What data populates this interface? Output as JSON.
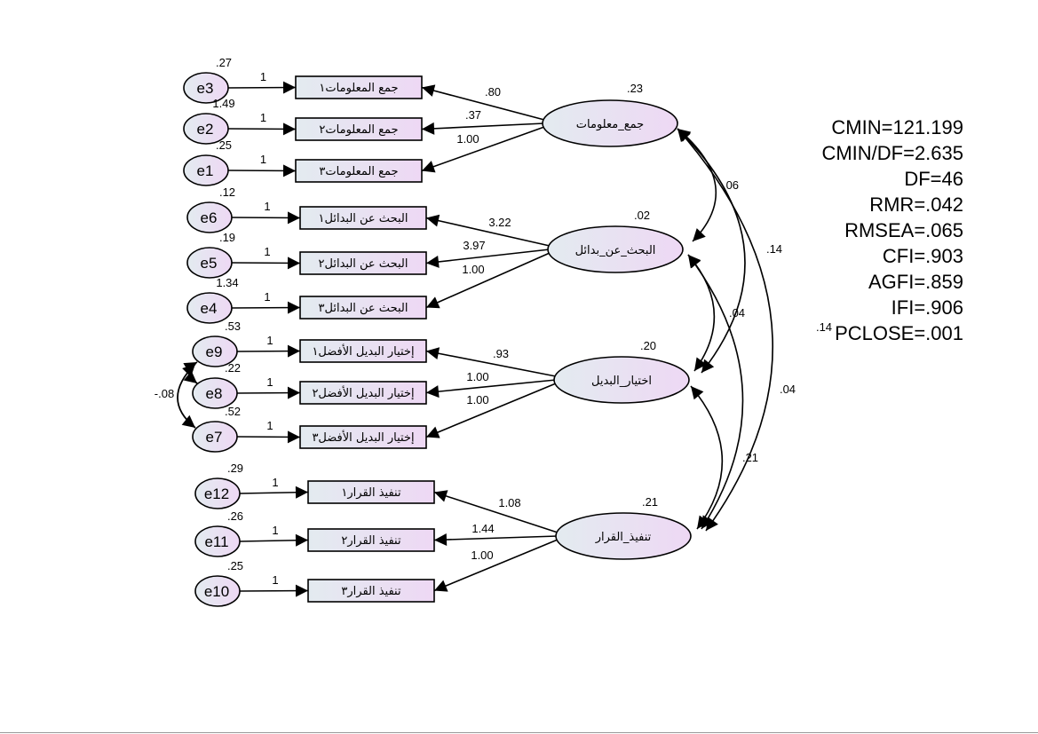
{
  "colors": {
    "node_fill_start": "#e3ebf0",
    "node_fill_end": "#eed8f4",
    "stroke": "#000000"
  },
  "latents": [
    {
      "id": "L1",
      "label": "جمع_معلومات",
      "variance": ".23"
    },
    {
      "id": "L2",
      "label": "البحث_عن_بدائل",
      "variance": ".02"
    },
    {
      "id": "L3",
      "label": "اختيار_البديل",
      "variance": ".20"
    },
    {
      "id": "L4",
      "label": "تنفيذ_القرار",
      "variance": ".21"
    }
  ],
  "indicators": [
    {
      "label": "جمع المعلومات١",
      "error": "e3",
      "error_variance": ".27",
      "error_path": "1",
      "loading": ".80"
    },
    {
      "label": "جمع المعلومات٢",
      "error": "e2",
      "error_variance": "1.49",
      "error_path": "1",
      "loading": ".37"
    },
    {
      "label": "جمع المعلومات٣",
      "error": "e1",
      "error_variance": ".25",
      "error_path": "1",
      "loading": "1.00"
    },
    {
      "label": "البحث عن البدائل١",
      "error": "e6",
      "error_variance": ".12",
      "error_path": "1",
      "loading": "3.22"
    },
    {
      "label": "البحث عن البدائل٢",
      "error": "e5",
      "error_variance": ".19",
      "error_path": "1",
      "loading": "3.97"
    },
    {
      "label": "البحث عن البدائل٣",
      "error": "e4",
      "error_variance": "1.34",
      "error_path": "1",
      "loading": "1.00"
    },
    {
      "label": "إختيار البديل الأفضل١",
      "error": "e9",
      "error_variance": ".53",
      "error_path": "1",
      "loading": ".93"
    },
    {
      "label": "إختيار البديل الأفضل٢",
      "error": "e8",
      "error_variance": ".22",
      "error_path": "1",
      "loading": "1.00"
    },
    {
      "label": "إختيار البديل الأفضل٣",
      "error": "e7",
      "error_variance": ".52",
      "error_path": "1",
      "loading": "1.00"
    },
    {
      "label": "تنفيذ القرار١",
      "error": "e12",
      "error_variance": ".29",
      "error_path": "1",
      "loading": "1.08"
    },
    {
      "label": "تنفيذ القرار٢",
      "error": "e11",
      "error_variance": ".26",
      "error_path": "1",
      "loading": "1.44"
    },
    {
      "label": "تنفيذ القرار٣",
      "error": "e10",
      "error_variance": ".25",
      "error_path": "1",
      "loading": "1.00"
    }
  ],
  "latent_covariances": [
    {
      "from": "L1",
      "to": "L2",
      "value": ".06"
    },
    {
      "from": "L1",
      "to": "L3",
      "value": ".14"
    },
    {
      "from": "L1",
      "to": "L4",
      "value": ".14"
    },
    {
      "from": "L2",
      "to": "L3",
      "value": ".04"
    },
    {
      "from": "L2",
      "to": "L4",
      "value": ".04"
    },
    {
      "from": "L3",
      "to": "L4",
      "value": ".21"
    }
  ],
  "error_covariances": [
    {
      "from": "e9",
      "to": "e8",
      "value": ""
    },
    {
      "from": "e9",
      "to": "e7",
      "value": "-.08"
    }
  ],
  "fit_indices": [
    "CMIN=121.199",
    "CMIN/DF=2.635",
    "DF=46",
    "RMR=.042",
    "RMSEA=.065",
    "CFI=.903",
    "AGFI=.859",
    "IFI=.906",
    "PCLOSE=.001"
  ]
}
